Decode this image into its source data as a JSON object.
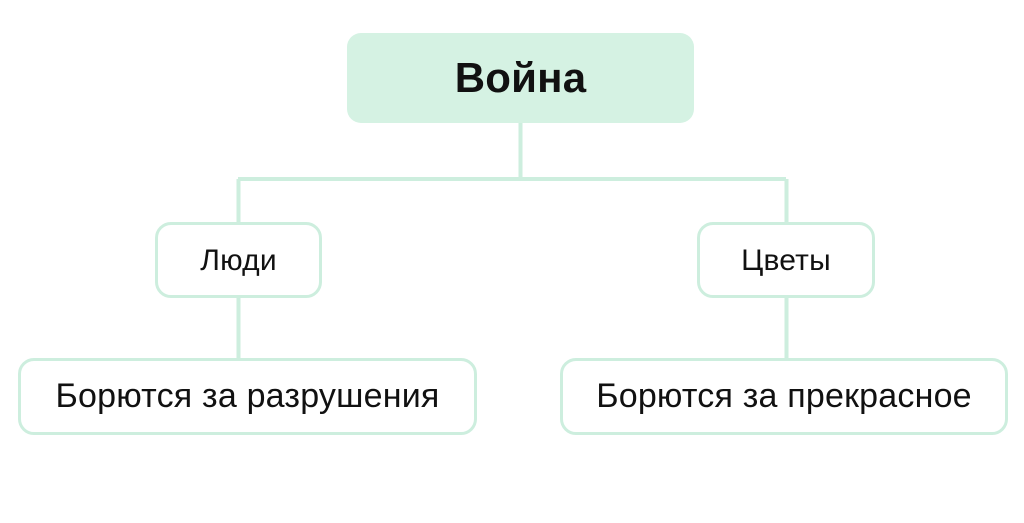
{
  "diagram": {
    "type": "tree",
    "orientation": "top-down",
    "background_color": "#ffffff",
    "accent_color": "#d5f2e3",
    "border_color": "#cdeede",
    "text_color": "#111111",
    "nodes": {
      "root": {
        "id": "root",
        "label": "Война",
        "level": 1,
        "style": "filled"
      },
      "branch_left": {
        "id": "branch-left",
        "label": "Люди",
        "level": 2,
        "style": "outlined"
      },
      "branch_right": {
        "id": "branch-right",
        "label": "Цветы",
        "level": 2,
        "style": "outlined"
      },
      "leaf_left": {
        "id": "leaf-left",
        "label": "Борются за разрушения",
        "level": 3,
        "style": "outlined"
      },
      "leaf_right": {
        "id": "leaf-right",
        "label": "Борются за прекрасное",
        "level": 3,
        "style": "outlined"
      }
    },
    "edges": [
      {
        "from": "root",
        "to": "branch-left"
      },
      {
        "from": "root",
        "to": "branch-right"
      },
      {
        "from": "branch-left",
        "to": "leaf-left"
      },
      {
        "from": "branch-right",
        "to": "leaf-right"
      }
    ]
  }
}
